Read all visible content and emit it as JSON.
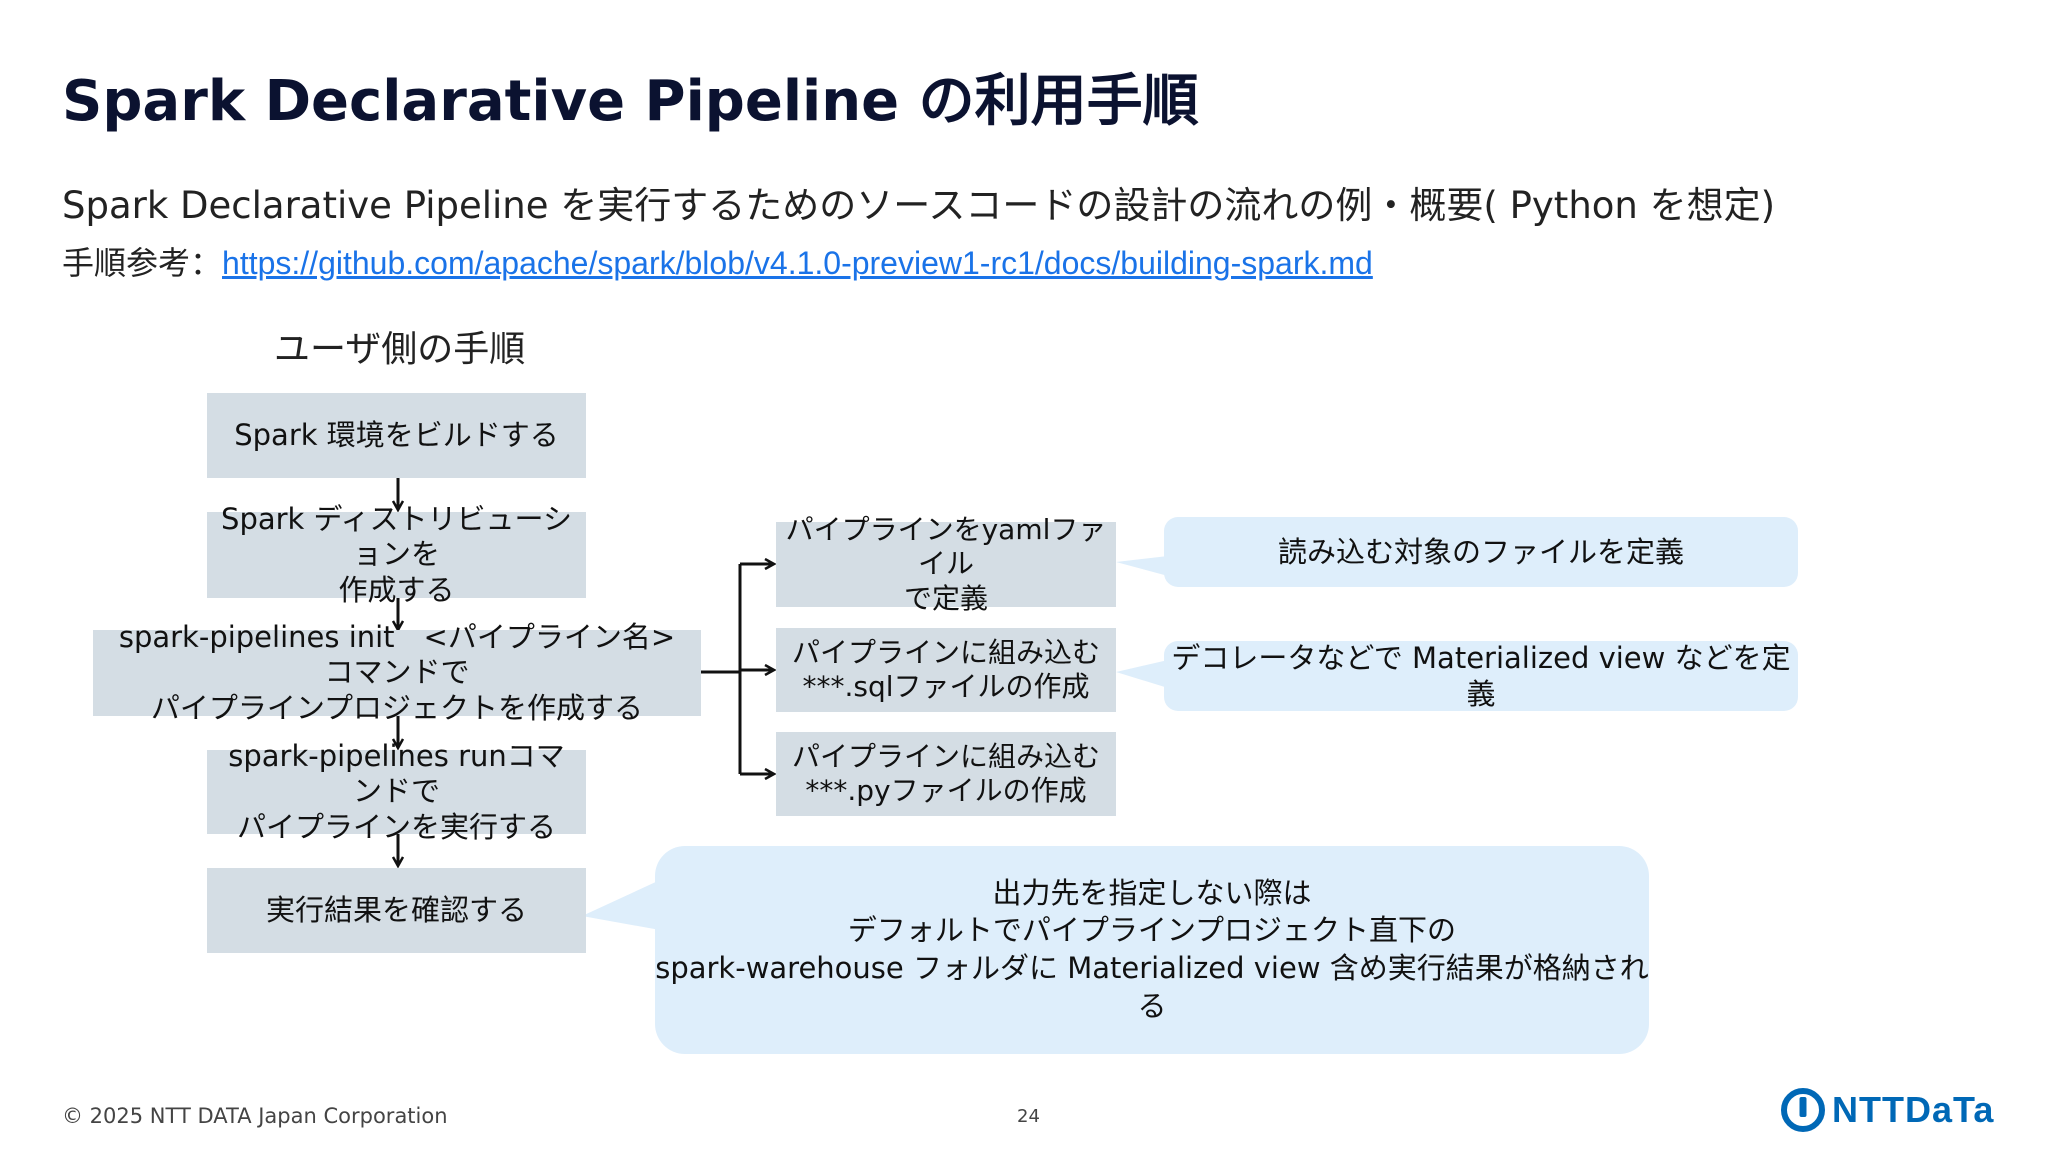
{
  "title": "Spark Declarative Pipeline の利用手順",
  "subtitle": "Spark Declarative Pipeline を実行するためのソースコードの設計の流れの例・概要( Python を想定)",
  "reference": {
    "label": "手順参考：",
    "url": "https://github.com/apache/spark/blob/v4.1.0-preview1-rc1/docs/building-spark.md"
  },
  "user_steps_heading": "ユーザ側の手順",
  "steps": [
    "Spark 環境をビルドする",
    "Spark ディストリビューションを\n作成する",
    "spark-pipelines init　<パイプライン名> コマンドで\nパイプラインプロジェクトを作成する",
    "spark-pipelines runコマンドで\nパイプラインを実行する",
    "実行結果を確認する"
  ],
  "branches": [
    "パイプラインをyamlファイル\nで定義",
    "パイプラインに組み込む\n***.sqlファイルの作成",
    "パイプラインに組み込む\n***.pyファイルの作成"
  ],
  "callouts": {
    "yaml": "読み込む対象のファイルを定義",
    "sql": "デコレータなどで Materialized view などを定義",
    "result": "出力先を指定しない際は\nデフォルトでパイプラインプロジェクト直下の\nspark-warehouse フォルダに Materialized view 含め実行結果が格納される"
  },
  "footer": {
    "copyright": "© 2025 NTT DATA Japan Corporation",
    "page_number": "24",
    "logo_text": "NTTDaTa"
  },
  "colors": {
    "box_fill": "#d4dde4",
    "callout_fill": "#deeefb",
    "title": "#0b1230",
    "link": "#1a73e8",
    "brand": "#0068b6"
  }
}
